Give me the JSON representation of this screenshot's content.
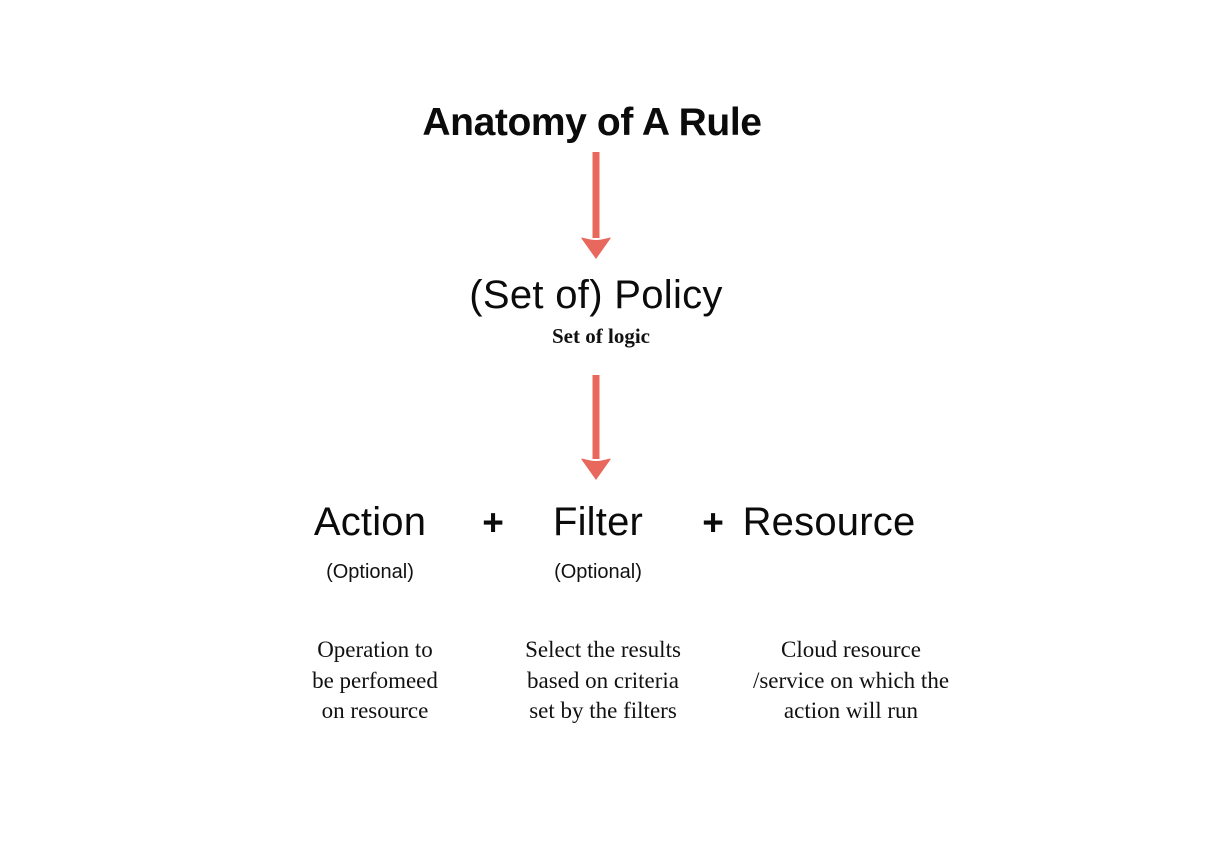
{
  "diagram": {
    "title": "Anatomy of A Rule",
    "accent_color": "#E8685D",
    "text_color": "#111111",
    "background_color": "#FFFFFF",
    "arrows": [
      {
        "name": "arrow-title-to-policy",
        "from": "Anatomy of A Rule",
        "to": "(Set of) Policy"
      },
      {
        "name": "arrow-policy-to-components",
        "from": "(Set of) Policy",
        "to": "Action + Filter + Resource"
      }
    ],
    "policy": {
      "label": "(Set of) Policy",
      "subtitle": "Set of logic"
    },
    "formula": {
      "operator_1": "+",
      "operator_2": "+"
    },
    "components": [
      {
        "name": "action",
        "label": "Action",
        "optional_label": "(Optional)",
        "description_lines": [
          "Operation to",
          "be perfomeed",
          "on resource"
        ]
      },
      {
        "name": "filter",
        "label": "Filter",
        "optional_label": "(Optional)",
        "description_lines": [
          "Select the results",
          "based on criteria",
          "set by the filters"
        ]
      },
      {
        "name": "resource",
        "label": "Resource",
        "optional_label": "",
        "description_lines": [
          "Cloud resource",
          "/service on which the",
          "action will run"
        ]
      }
    ]
  }
}
